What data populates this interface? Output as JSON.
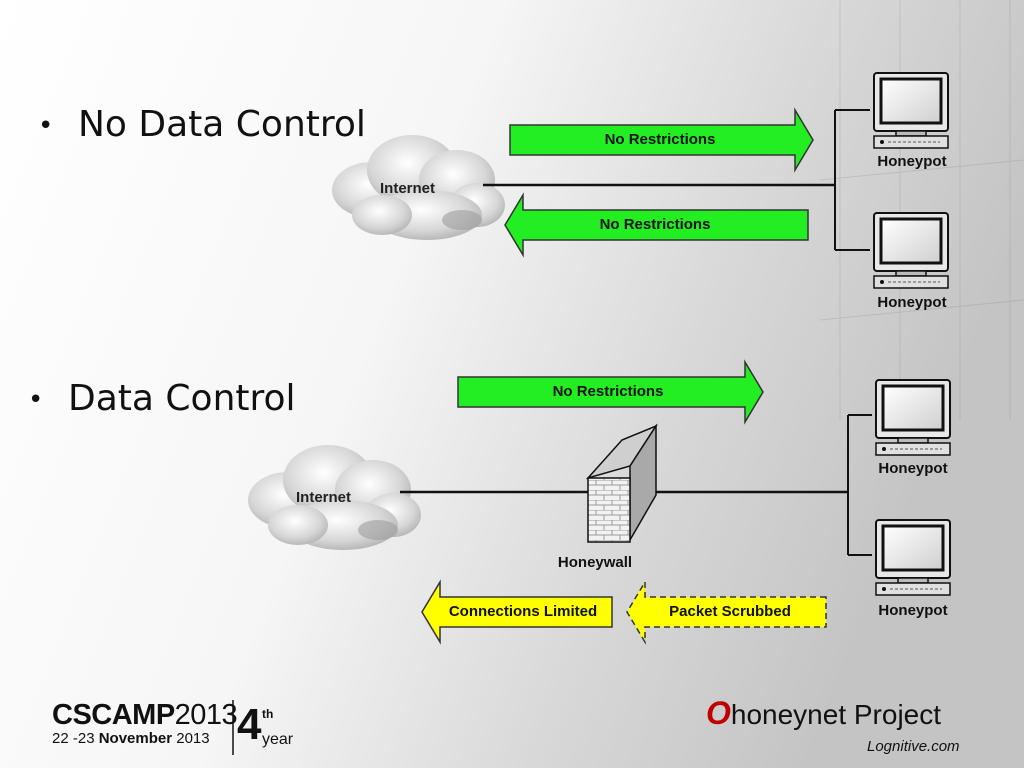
{
  "bullets": {
    "no_data_control": "No Data Control",
    "data_control": "Data Control"
  },
  "top_diagram": {
    "cloud_label": "Internet",
    "arrow_out": "No Restrictions",
    "arrow_in": "No Restrictions",
    "honeypot_1": "Honeypot",
    "honeypot_2": "Honeypot"
  },
  "bottom_diagram": {
    "cloud_label": "Internet",
    "arrow_out": "No Restrictions",
    "honeywall": "Honeywall",
    "arrow_limited": "Connections Limited",
    "arrow_scrubbed": "Packet Scrubbed",
    "honeypot_1": "Honeypot",
    "honeypot_2": "Honeypot"
  },
  "footer": {
    "cscamp_bold": "CSCAMP",
    "cscamp_year": "2013",
    "cscamp_dates_pre": "22 -23 ",
    "cscamp_dates_bold": "November",
    "cscamp_dates_post": " 2013",
    "edition_num": "4",
    "edition_sup": "th",
    "edition_word": "year",
    "project_o": "O",
    "project_name": "honeynet Project",
    "credit": "Lognitive.com"
  },
  "colors": {
    "green_arrow": "#22ee22",
    "yellow_arrow": "#ffff00",
    "red_o": "#c00000"
  }
}
